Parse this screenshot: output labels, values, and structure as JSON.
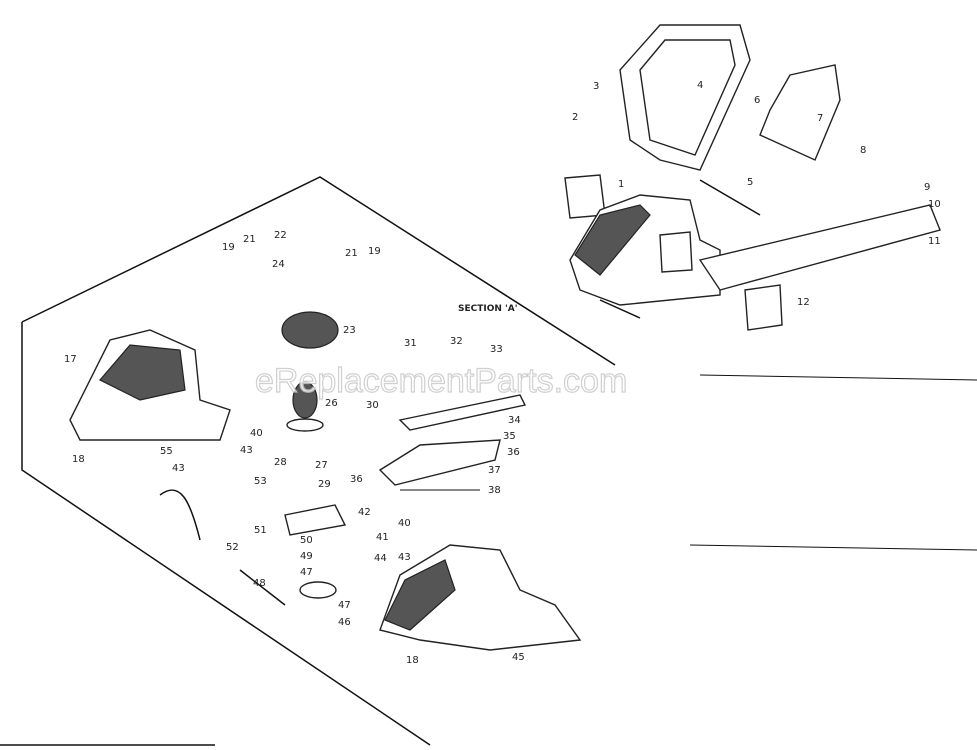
{
  "title": "Hedge Trimmer Parts Diagram",
  "section_label": "SECTION 'A'",
  "watermark": "eReplacementParts.com",
  "callouts": [
    "1",
    "2",
    "3",
    "4",
    "5",
    "6",
    "7",
    "8",
    "9",
    "10",
    "11",
    "12",
    "19",
    "21",
    "22",
    "24",
    "21",
    "19",
    "23",
    "26",
    "17",
    "18",
    "40",
    "43",
    "55",
    "43",
    "53",
    "28",
    "27",
    "29",
    "51",
    "52",
    "50",
    "49",
    "47",
    "48",
    "47",
    "46",
    "42",
    "41",
    "40",
    "43",
    "44",
    "18",
    "45",
    "31",
    "32",
    "33",
    "30",
    "34",
    "35",
    "36",
    "37",
    "36",
    "38"
  ]
}
